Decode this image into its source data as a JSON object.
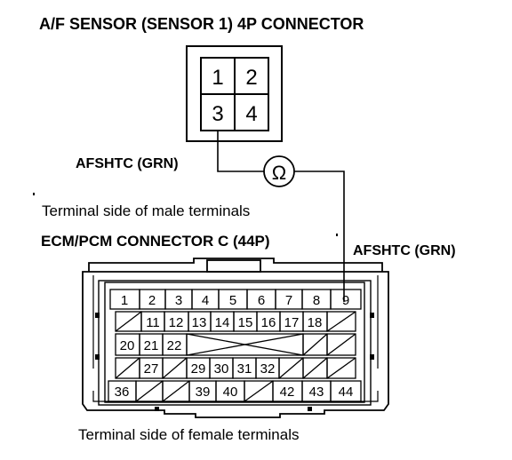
{
  "titles": {
    "sensor_connector": "A/F SENSOR (SENSOR 1) 4P CONNECTOR",
    "male_side_caption": "Terminal side of male terminals",
    "ecm_connector": "ECM/PCM CONNECTOR C (44P)",
    "female_side_caption": "Terminal side of female terminals"
  },
  "wires": {
    "left_label": "AFSHTC (GRN)",
    "right_label": "AFSHTC (GRN)",
    "meter_symbol": "Ω"
  },
  "sensor_pins": [
    "1",
    "2",
    "3",
    "4"
  ],
  "ecm_rows": [
    [
      "1",
      "2",
      "3",
      "4",
      "5",
      "6",
      "7",
      "8",
      "9"
    ],
    [
      "",
      "11",
      "12",
      "13",
      "14",
      "15",
      "16",
      "17",
      "18",
      ""
    ],
    [
      "20",
      "21",
      "22",
      "",
      "",
      "",
      "",
      "",
      "",
      ""
    ],
    [
      "",
      "27",
      "",
      "29",
      "30",
      "31",
      "32",
      "",
      "",
      ""
    ],
    [
      "36",
      "",
      "",
      "39",
      "40",
      "",
      "42",
      "43",
      "44"
    ]
  ]
}
